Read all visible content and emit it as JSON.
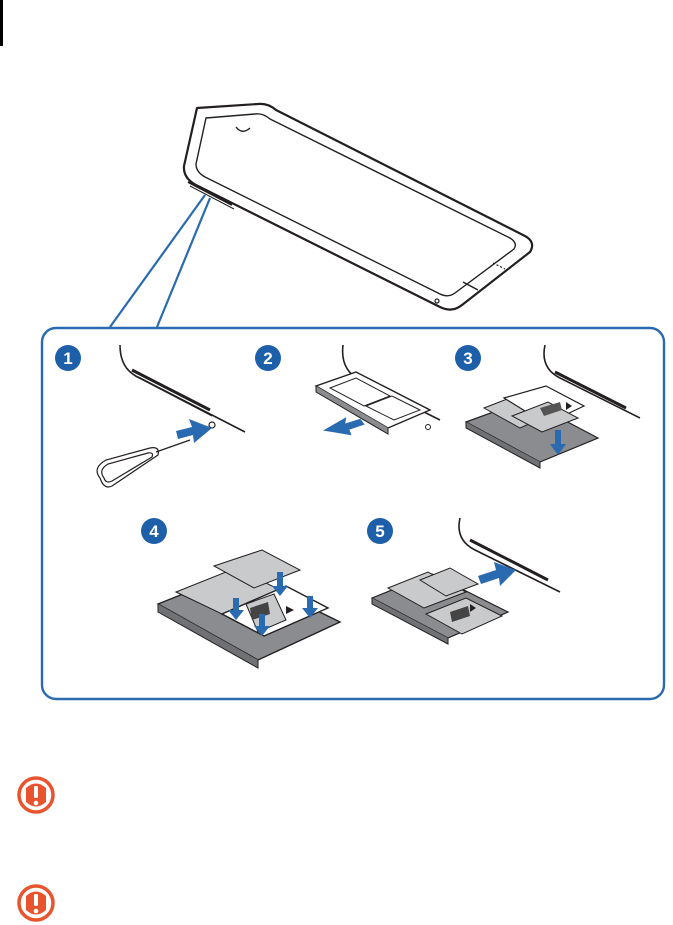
{
  "steps": [
    {
      "number": "1"
    },
    {
      "number": "2"
    },
    {
      "number": "3"
    },
    {
      "number": "4"
    },
    {
      "number": "5"
    }
  ],
  "colors": {
    "accent_blue": "#2a6ab0",
    "badge_blue": "#1d5fa8",
    "warning_red": "#e8542e",
    "tray_gray": "#8a8c8f",
    "card_gray": "#c9cacc",
    "outline": "#231f20"
  },
  "icons": [
    "sim-ejection-pin-icon",
    "push-arrow-icon",
    "pull-arrow-icon",
    "press-down-arrow-icon",
    "caution-icon"
  ]
}
